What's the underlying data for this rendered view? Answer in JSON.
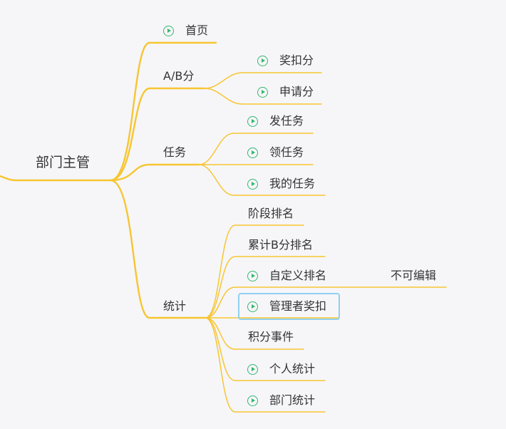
{
  "mindmap": {
    "root": "部门主管",
    "branches": [
      {
        "label": "首页",
        "icon": "play-icon",
        "children": []
      },
      {
        "label": "A/B分",
        "icon": null,
        "children": [
          {
            "label": "奖扣分",
            "icon": "play-icon"
          },
          {
            "label": "申请分",
            "icon": "play-icon"
          }
        ]
      },
      {
        "label": "任务",
        "icon": null,
        "children": [
          {
            "label": "发任务",
            "icon": "play-icon"
          },
          {
            "label": "领任务",
            "icon": "play-icon"
          },
          {
            "label": "我的任务",
            "icon": "play-icon"
          }
        ]
      },
      {
        "label": "统计",
        "icon": null,
        "children": [
          {
            "label": "阶段排名",
            "icon": null
          },
          {
            "label": "累计B分排名",
            "icon": null
          },
          {
            "label": "自定义排名",
            "icon": "play-icon",
            "note": "不可编辑"
          },
          {
            "label": "管理者奖扣",
            "icon": "play-icon",
            "selected": true
          },
          {
            "label": "积分事件",
            "icon": null
          },
          {
            "label": "个人统计",
            "icon": "play-icon"
          },
          {
            "label": "部门统计",
            "icon": "play-icon"
          }
        ]
      }
    ]
  },
  "colors": {
    "branch_line": "#f7c531",
    "icon": "#33b86b",
    "selection_border": "#8fd1f2",
    "background": "#f6f6f9",
    "text": "#333333"
  }
}
